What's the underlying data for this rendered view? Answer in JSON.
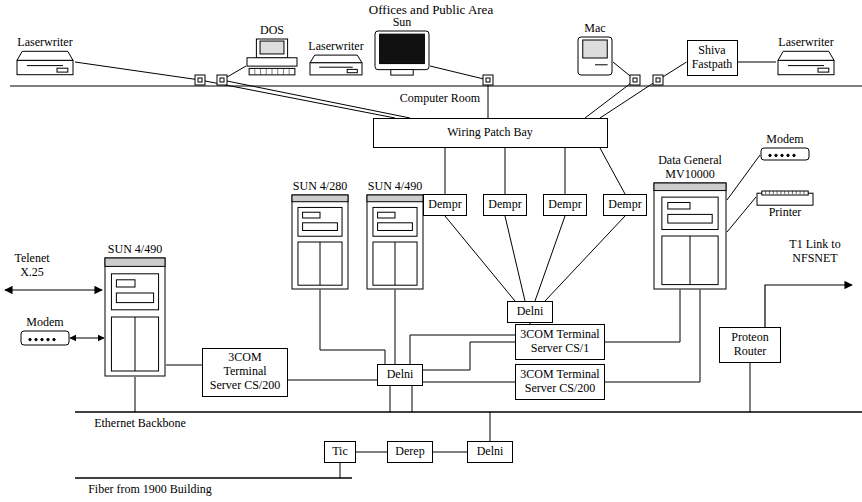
{
  "diagram": {
    "title": "Offices and Public Area",
    "nodes": [
      {
        "text": [
          "Laserwriter"
        ]
      },
      {
        "text": [
          "DOS"
        ]
      },
      {
        "text": [
          "Laserwriter"
        ]
      },
      {
        "text": [
          "Sun"
        ]
      },
      {
        "text": [
          "Mac"
        ]
      },
      {
        "text": [
          "Shiva Fastpath"
        ]
      },
      {
        "text": [
          "Laserwriter"
        ]
      },
      {
        "text": [
          "Wiring Patch Bay"
        ]
      },
      {
        "text": [
          "SUN 4/280"
        ]
      },
      {
        "text": [
          "SUN 4/490"
        ]
      },
      {
        "text": [
          "Dempr"
        ]
      },
      {
        "text": [
          "Dempr"
        ]
      },
      {
        "text": [
          "Dempr"
        ]
      },
      {
        "text": [
          "Dempr"
        ]
      },
      {
        "text": [
          "Data General MV10000"
        ]
      },
      {
        "text": [
          "Modem"
        ]
      },
      {
        "text": [
          "Printer"
        ]
      },
      {
        "text": [
          "SUN 4/490"
        ]
      },
      {
        "text": [
          "Delni"
        ]
      },
      {
        "text": [
          "Modem"
        ]
      },
      {
        "text": [
          "3COM Terminal Server CS/1"
        ]
      },
      {
        "text": [
          "3COM Terminal Server CS/200"
        ]
      },
      {
        "text": [
          "Delni"
        ]
      },
      {
        "text": [
          "3COM Terminal Server CS/200"
        ]
      },
      {
        "text": [
          "Proteon Router"
        ]
      },
      {
        "text": [
          "Tic"
        ]
      },
      {
        "text": [
          "Derep"
        ]
      },
      {
        "text": [
          "Delni"
        ]
      }
    ],
    "edges": [
      {
        "from": 0,
        "to": 7,
        "arrow": "none"
      },
      {
        "from": 1,
        "to": 7,
        "arrow": "none"
      },
      {
        "from": 3,
        "to": 7,
        "arrow": "none"
      },
      {
        "from": 4,
        "to": 7,
        "arrow": "none"
      },
      {
        "from": 5,
        "to": 7,
        "arrow": "none"
      },
      {
        "from": 6,
        "to": 5,
        "arrow": "none"
      },
      {
        "from": 7,
        "to": 10,
        "arrow": "none"
      },
      {
        "from": 7,
        "to": 11,
        "arrow": "none"
      },
      {
        "from": 7,
        "to": 12,
        "arrow": "none"
      },
      {
        "from": 7,
        "to": 13,
        "arrow": "none"
      },
      {
        "from": 10,
        "to": 18,
        "arrow": "none"
      },
      {
        "from": 11,
        "to": 18,
        "arrow": "none"
      },
      {
        "from": 12,
        "to": 18,
        "arrow": "none"
      },
      {
        "from": 13,
        "to": 18,
        "arrow": "none"
      },
      {
        "from": 18,
        "to": 22,
        "arrow": "none"
      },
      {
        "from": 8,
        "to": 22,
        "arrow": "none"
      },
      {
        "from": 9,
        "to": 22,
        "arrow": "none"
      },
      {
        "from": 17,
        "to": 21,
        "arrow": "none"
      },
      {
        "from": 21,
        "to": 22,
        "arrow": "none"
      },
      {
        "from": 22,
        "to": 20,
        "arrow": "none"
      },
      {
        "from": 22,
        "to": 23,
        "arrow": "none"
      },
      {
        "from": 20,
        "to": 14,
        "arrow": "none"
      },
      {
        "from": 23,
        "to": 14,
        "arrow": "none"
      },
      {
        "from": 14,
        "to": 15,
        "arrow": "none"
      },
      {
        "from": 14,
        "to": 16,
        "arrow": "none"
      },
      {
        "from": 19,
        "to": 17,
        "arrow": "both"
      },
      {
        "from": 25,
        "to": 26,
        "arrow": "none"
      },
      {
        "from": 26,
        "to": 27,
        "arrow": "none"
      }
    ],
    "labels": [
      "Computer Room",
      "Telenet X.25",
      "T1 Link to NFSNET",
      "Ethernet Backbone",
      "Fiber from 1900 Building"
    ]
  }
}
